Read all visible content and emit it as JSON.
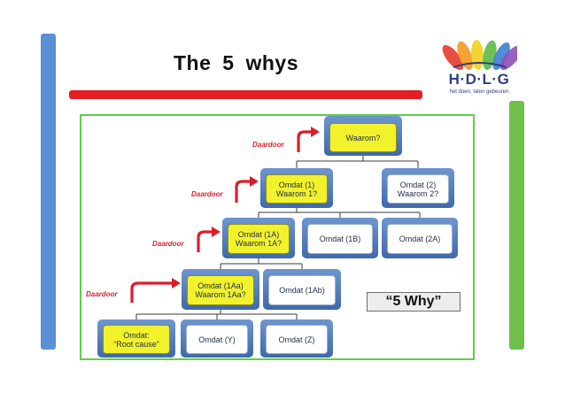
{
  "slide": {
    "title": "The 5 whys"
  },
  "logo": {
    "letters": "H·D·L·G",
    "tagline": "het doen, laten gebeuren",
    "colors": [
      "#e63b2e",
      "#f39a1c",
      "#f0d21c",
      "#5bb945",
      "#3a7fd1",
      "#8f4fb7"
    ]
  },
  "colors": {
    "left_bar": "#5b8fd6",
    "right_bar": "#6fbf4a",
    "title_rule": "#e31e24",
    "frame": "#5ccf45",
    "why_fill": "#f2f22c",
    "arrow": "#d81f2a"
  },
  "diagram": {
    "arrow_label": "Daardoor",
    "badge": "“5 Why”",
    "nodes": {
      "n0": "Waarom?",
      "n1": "Omdat (1)\nWaarom 1?",
      "n2": "Omdat (2)\nWaarom 2?",
      "n1a": "Omdat (1A)\nWaarom 1A?",
      "n1b": "Omdat (1B)",
      "n2a": "Omdat (2A)",
      "n1aa": "Omdat (1Aa)\nWaarom 1Aa?",
      "n1ab": "Omdat (1Ab)",
      "nroot": "Omdat:\n“Root cause”",
      "ny": "Omdat (Y)",
      "nz": "Omdat (Z)"
    }
  }
}
